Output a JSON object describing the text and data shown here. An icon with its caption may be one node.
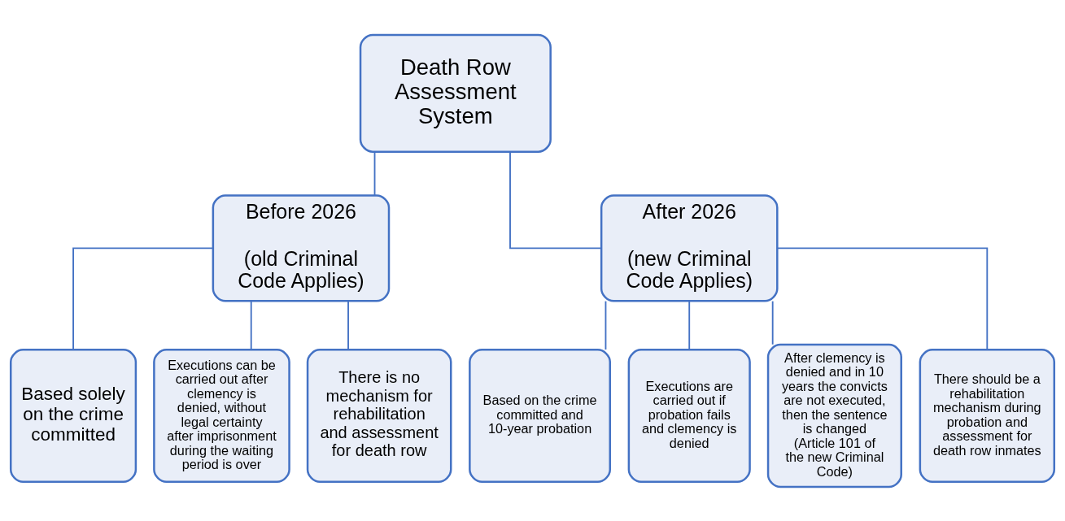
{
  "diagram": {
    "nodes": [
      {
        "text": [
          "Death Row Assessment System"
        ]
      },
      {
        "text": [
          "Before 2026",
          "(old Criminal Code Applies)"
        ]
      },
      {
        "text": [
          "After 2026",
          "(new Criminal Code Applies)"
        ]
      },
      {
        "text": [
          "Based solely on the crime committed"
        ]
      },
      {
        "text": [
          "Executions can be carried out after clemency is denied, without legal certainty after imprisonment during the waiting period is over"
        ]
      },
      {
        "text": [
          "There is no mechanism for rehabilitation and assessment for death row"
        ]
      },
      {
        "text": [
          "Based on the crime committed and 10-year probation"
        ]
      },
      {
        "text": [
          "Executions are carried out if probation fails and clemency is denied"
        ]
      },
      {
        "text": [
          "After clemency is denied and in 10 years the convicts are not executed, then the sentence is changed (Article 101 of the new Criminal Code)"
        ]
      },
      {
        "text": [
          "There should be a rehabilitation mechanism during probation and assessment for death row inmates"
        ]
      }
    ],
    "edges": [
      {
        "from": 0,
        "to": 1,
        "arrow": "none"
      },
      {
        "from": 0,
        "to": 2,
        "arrow": "none"
      },
      {
        "from": 1,
        "to": 3,
        "arrow": "none"
      },
      {
        "from": 1,
        "to": 4,
        "arrow": "none"
      },
      {
        "from": 1,
        "to": 5,
        "arrow": "none"
      },
      {
        "from": 2,
        "to": 6,
        "arrow": "none"
      },
      {
        "from": 2,
        "to": 7,
        "arrow": "none"
      },
      {
        "from": 2,
        "to": 8,
        "arrow": "none"
      },
      {
        "from": 2,
        "to": 9,
        "arrow": "none"
      }
    ]
  }
}
